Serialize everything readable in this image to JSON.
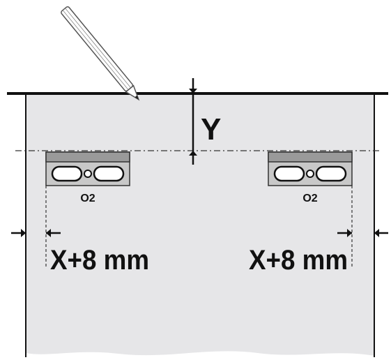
{
  "diagram": {
    "dimension_y": "Y",
    "dimension_x_left": "X+8 mm",
    "dimension_x_right": "X+8 mm",
    "bracket_left_label": "O2",
    "bracket_right_label": "O2"
  },
  "colors": {
    "background": "#ffffff",
    "panel": "#e6e6e8",
    "outline": "#111111",
    "bracket_top": "#9a9a9a",
    "bracket_body": "#c8c8c8"
  },
  "icons": [
    "pencil-icon"
  ]
}
